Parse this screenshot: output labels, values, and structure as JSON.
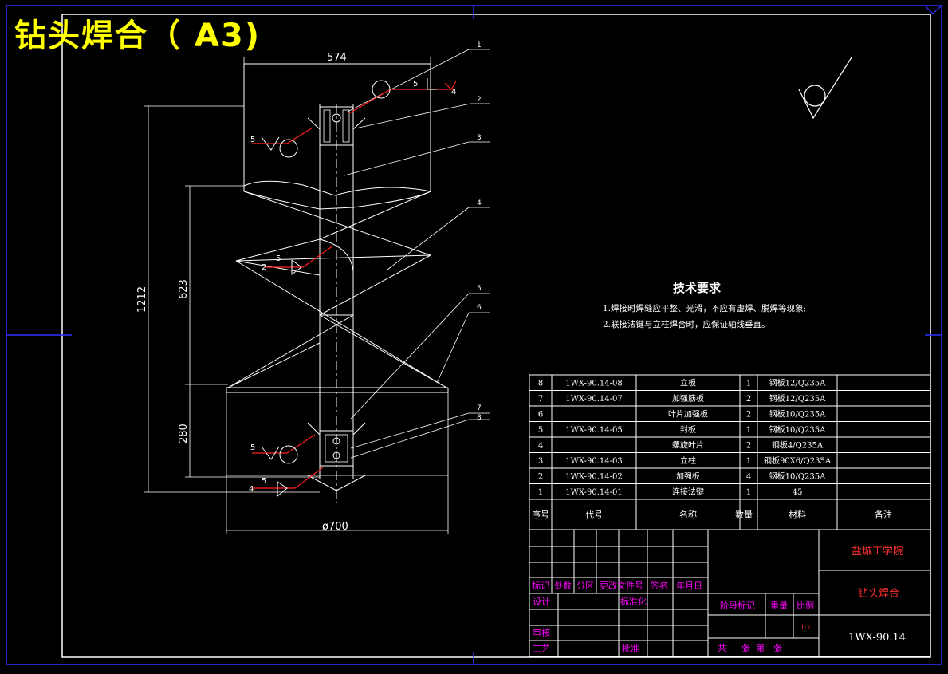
{
  "title": "钻头焊合（  A3)",
  "dimensions": {
    "top_width": "574",
    "total_height": "1212",
    "mid_height": "623",
    "low_height": "280",
    "diameter": "ø700"
  },
  "callouts": [
    "1",
    "2",
    "3",
    "4",
    "5",
    "6",
    "7",
    "8"
  ],
  "weld_symbols": [
    {
      "size": "5",
      "count": "4"
    },
    {
      "size": "5",
      "count": ""
    },
    {
      "size": "5",
      "count": "2"
    },
    {
      "size": "5",
      "count": ""
    },
    {
      "size": "5",
      "count": "4"
    }
  ],
  "tech_requirements": {
    "heading": "技术要求",
    "items": [
      "1.焊接时焊缝应平整、光滑，不应有虚焊、脱焊等现象;",
      "2.联接法键与立柱焊合时，应保证轴线垂直。"
    ]
  },
  "bom": {
    "rows": [
      {
        "no": "8",
        "code": "1WX-90.14-08",
        "name": "立板",
        "qty": "1",
        "material": "钢板12/Q235A"
      },
      {
        "no": "7",
        "code": "1WX-90.14-07",
        "name": "加强筋板",
        "qty": "2",
        "material": "钢板12/Q235A"
      },
      {
        "no": "6",
        "code": "",
        "name": "叶片加强板",
        "qty": "2",
        "material": "钢板10/Q235A"
      },
      {
        "no": "5",
        "code": "1WX-90.14-05",
        "name": "封板",
        "qty": "1",
        "material": "钢板10/Q235A"
      },
      {
        "no": "4",
        "code": "",
        "name": "螺旋叶片",
        "qty": "2",
        "material": "钢板4/Q235A"
      },
      {
        "no": "3",
        "code": "1WX-90.14-03",
        "name": "立柱",
        "qty": "1",
        "material": "钢板90X6/Q235A"
      },
      {
        "no": "2",
        "code": "1WX-90.14-02",
        "name": "加强板",
        "qty": "4",
        "material": "钢板10/Q235A"
      },
      {
        "no": "1",
        "code": "1WX-90.14-01",
        "name": "连接法键",
        "qty": "1",
        "material": "45"
      }
    ],
    "headers": {
      "no": "序号",
      "code": "代号",
      "name": "名称",
      "qty": "数量",
      "material": "材料",
      "remark": "备注"
    }
  },
  "title_block": {
    "school": "盐城工学院",
    "drawing_name": "钻头焊合",
    "drawing_no": "1WX-90.14",
    "scale": "1:7",
    "labels": {
      "mark": "标记",
      "count": "处数",
      "zone": "分区",
      "change_doc": "更改文件号",
      "sign": "签名",
      "date": "年月日",
      "design": "设计",
      "standard": "标准化",
      "check": "审核",
      "process": "工艺",
      "approve": "批准",
      "stage": "阶段标记",
      "weight": "重量",
      "ratio": "比例",
      "sheets": "共",
      "sheets_unit": "张",
      "sheet_no": "第",
      "sheet_unit": "张"
    }
  },
  "colors": {
    "frame": "#ffffff",
    "accent_blue": "#3030ff",
    "weld_red": "#ff2020",
    "title_yellow": "#ffff00",
    "label_magenta": "#ff00ff"
  }
}
